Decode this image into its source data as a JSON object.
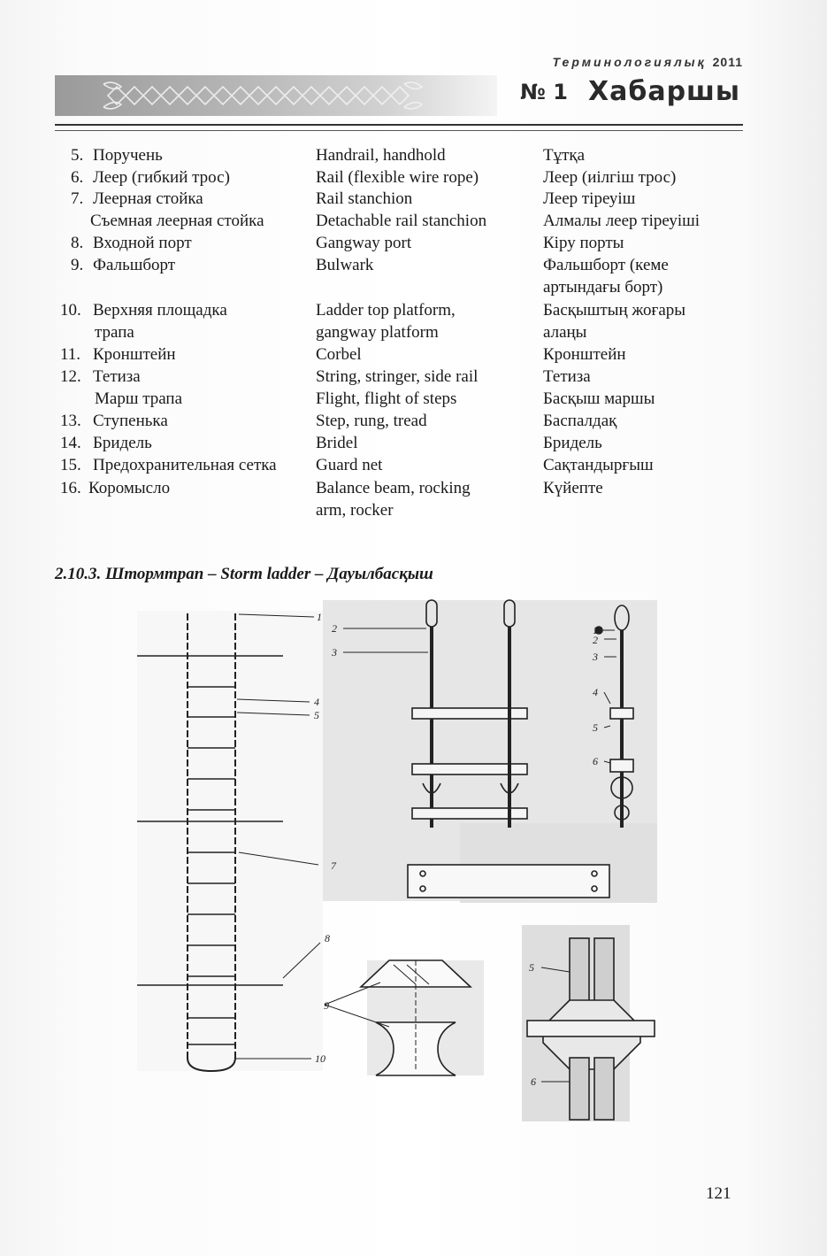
{
  "header": {
    "journal": "Терминологиялық",
    "year": "2011",
    "issue": "№ 1",
    "title": "Хабаршы"
  },
  "terms": [
    {
      "ru_num": "5.",
      "ru_text": "Поручень",
      "en": "Handrail, handhold",
      "kk": "Тұтқа"
    },
    {
      "ru_num": "6.",
      "ru_text": "Леер (гибкий трос)",
      "en": "Rail (flexible wire rope)",
      "kk": "Леер (иілгіш трос)"
    },
    {
      "ru_num": "7.",
      "ru_text": "Леерная стойка",
      "en": "Rail stanchion",
      "kk": "Леер тіреуіш"
    },
    {
      "ru_num": "",
      "ru_text": "Съемная леерная стойка",
      "en": "Detachable rail stanchion",
      "kk": "Алмалы леер тіреуіші"
    },
    {
      "ru_num": "8.",
      "ru_text": "Входной порт",
      "en": "Gangway port",
      "kk": "Кіру порты"
    },
    {
      "ru_num": "9.",
      "ru_text": "Фальшборт",
      "en": "Bulwark",
      "kk": "Фальшборт (кеме"
    },
    {
      "ru_num": "",
      "ru_text": "",
      "en": "",
      "kk": "артындағы борт)"
    },
    {
      "ru_num": "10.",
      "ru_text": "Верхняя площадка",
      "en": "Ladder top platform,",
      "kk": "Басқыштың жоғары"
    },
    {
      "ru_num": "",
      "ru_text": "трапа",
      "en": "gangway platform",
      "kk": "алаңы"
    },
    {
      "ru_num": "11.",
      "ru_text": "Кронштейн",
      "en": "Corbel",
      "kk": "Кронштейн"
    },
    {
      "ru_num": "12.",
      "ru_text": "Тетиза",
      "en": "String, stringer, side rail",
      "kk": "Тетиза"
    },
    {
      "ru_num": "",
      "ru_text": "Марш трапа",
      "en": "Flight, flight of steps",
      "kk": "Басқыш маршы"
    },
    {
      "ru_num": "13.",
      "ru_text": "Ступенька",
      "en": "Step, rung, tread",
      "kk": "Баспалдақ"
    },
    {
      "ru_num": "14.",
      "ru_text": "Бридель",
      "en": "Bridel",
      "kk": "Бридель"
    },
    {
      "ru_num": "15.",
      "ru_text": "Предохранительная сетка",
      "en": "Guard net",
      "kk": "Сақтандырғыш"
    },
    {
      "ru_num": "16.",
      "ru_text": "Коромысло",
      "en": "Balance beam, rocking",
      "kk": "Күйепте"
    },
    {
      "ru_num": "",
      "ru_text": "",
      "en": "arm, rocker",
      "kk": ""
    }
  ],
  "section_heading": "2.10.3. Штормтрап – Storm ladder – Дауылбасқыш",
  "figure_labels": {
    "l1": "1",
    "l2": "2",
    "l3": "3",
    "l4": "4",
    "l5": "5",
    "l6": "6",
    "l7": "7",
    "l8": "8",
    "l9": "9",
    "l10": "10"
  },
  "page_number": "121"
}
